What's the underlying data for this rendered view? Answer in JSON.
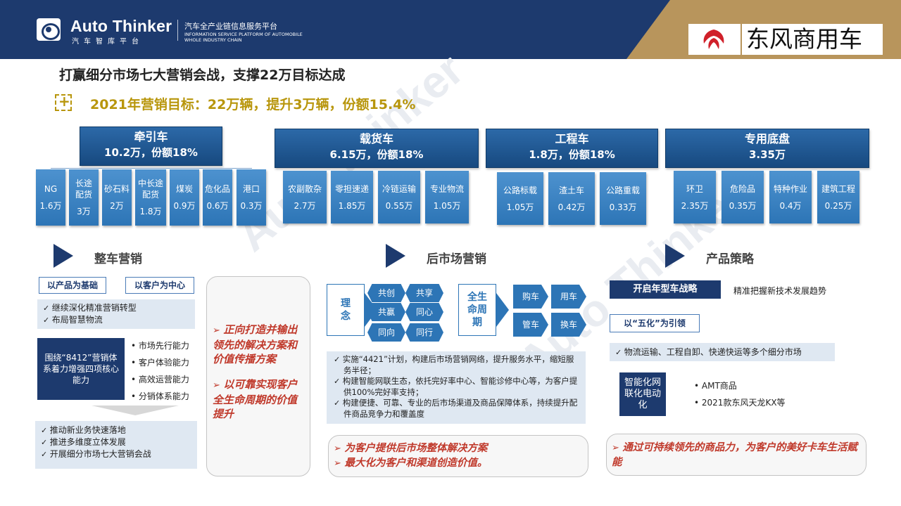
{
  "header": {
    "brand": "Auto Thinker",
    "brand_cn": "汽车智库平台",
    "tagline_cn": "汽车全产业链信息服务平台",
    "tagline_en": "INFORMATION SERVICE PLATFORM OF AUTOMOBILE WHOLE INDUSTRY CHAIN",
    "company": "东风商用车"
  },
  "title": "打赢细分市场七大营销会战，支撑22万目标达成",
  "goal": "2021年营销目标：22万辆，提升3万辆，份额15.4%",
  "categories": [
    {
      "name": "牵引车",
      "value": "10.2万，份额18%",
      "subs": [
        {
          "name": "NG",
          "value": "1.6万"
        },
        {
          "name": "长途配货",
          "value": "3万"
        },
        {
          "name": "砂石料",
          "value": "2万"
        },
        {
          "name": "中长途配货",
          "value": "1.8万"
        },
        {
          "name": "煤炭",
          "value": "0.9万"
        },
        {
          "name": "危化品",
          "value": "0.6万"
        },
        {
          "name": "港口",
          "value": "0.3万"
        }
      ]
    },
    {
      "name": "载货车",
      "value": "6.15万，份额18%",
      "subs": [
        {
          "name": "农副散杂",
          "value": "2.7万"
        },
        {
          "name": "零担速递",
          "value": "1.85万"
        },
        {
          "name": "冷链运输",
          "value": "0.55万"
        },
        {
          "name": "专业物流",
          "value": "1.05万"
        }
      ]
    },
    {
      "name": "工程车",
      "value": "1.8万，份额18%",
      "subs": [
        {
          "name": "公路标载",
          "value": "1.05万"
        },
        {
          "name": "渣土车",
          "value": "0.42万"
        },
        {
          "name": "公路重载",
          "value": "0.33万"
        }
      ]
    },
    {
      "name": "专用底盘",
      "value": "3.35万",
      "subs": [
        {
          "name": "环卫",
          "value": "2.35万"
        },
        {
          "name": "危险品",
          "value": "0.35万"
        },
        {
          "name": "特种作业",
          "value": "0.4万"
        },
        {
          "name": "建筑工程",
          "value": "0.25万"
        }
      ]
    }
  ],
  "vehicle_marketing": {
    "title": "整车营销",
    "tag1": "以产品为基础",
    "tag2": "以客户为中心",
    "box1": [
      "继续深化精准营销转型",
      "布局智慧物流"
    ],
    "core": "围绕“8412”营销体系着力增强四项核心能力",
    "abilities": [
      "市场先行能力",
      "客户体验能力",
      "高效运营能力",
      "分销体系能力"
    ],
    "box2": [
      "推动新业务快速落地",
      "推进多维度立体发展",
      "开展细分市场七大营销会战"
    ],
    "highlights": [
      "正向打造并输出领先的解决方案和价值传播方案",
      "以可靠实现客户全生命周期的价值提升"
    ]
  },
  "aftermarket": {
    "title": "后市场营销",
    "idea": "理念",
    "hex": [
      "共创",
      "共享",
      "共赢",
      "同心",
      "同向",
      "同行"
    ],
    "lifecycle": "全生命周期",
    "stages": [
      "购车",
      "用车",
      "管车",
      "换车"
    ],
    "points": [
      "实施“4421”计划，构建后市场营销网络，提升服务水平，缩短服务半径；",
      "构建智能网联生态，依托完好率中心、智能诊修中心等，为客户提供100%完好率支持；",
      "构建便捷、可靠、专业的后市场渠道及商品保障体系，持续提升配件商品竞争力和覆盖度"
    ],
    "highlights": [
      "为客户提供后市场整体解决方案",
      "最大化为客户和渠道创造价值。"
    ]
  },
  "product": {
    "title": "产品策略",
    "btn": "开启年型车战略",
    "btn_note": "精准把握新技术发展趋势",
    "tag": "以“五化”为引领",
    "box": "物流运输、工程自卸、快递快运等多个细分市场",
    "navy": "智能化网联化电动化",
    "items": [
      "AMT商品",
      "2021款东风天龙KX等"
    ],
    "highlight": "通过可持续领先的商品力，为客户的美好卡车生活赋能"
  },
  "colors": {
    "navy": "#1d3a6e",
    "gold": "#b8955c",
    "goal": "#b8960c",
    "red": "#c0392b",
    "blue": "#2d75b6"
  }
}
